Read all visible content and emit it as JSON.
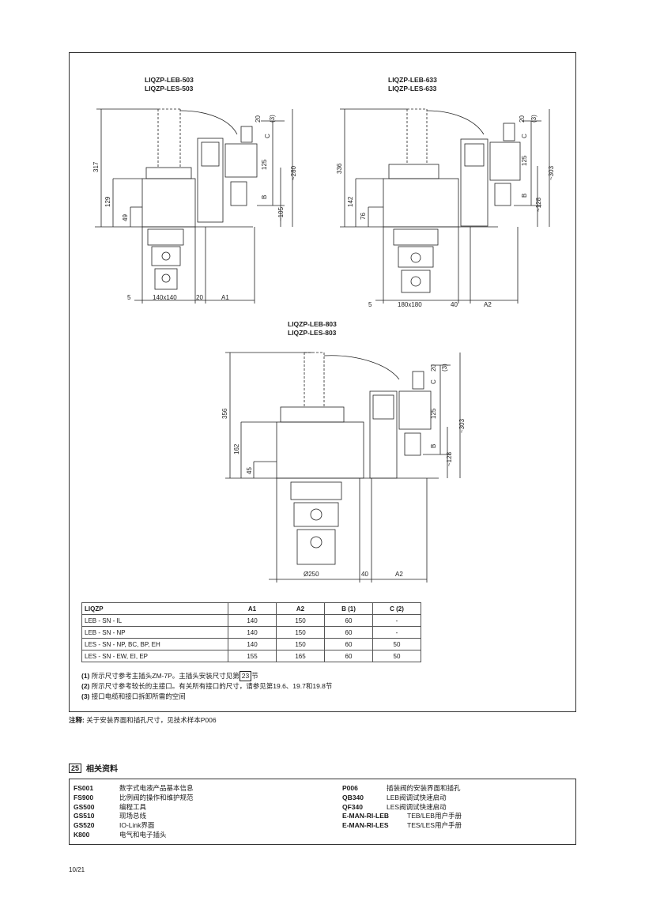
{
  "drawings": [
    {
      "title_1": "LIQZP-LEB-503",
      "title_2": "LIQZP-LES-503",
      "dims": {
        "total_h": "317",
        "body_h": "129",
        "port_h": "49",
        "left": "5",
        "size": "140x140",
        "gap": "20",
        "a": "A1",
        "c": "C",
        "c1": "20",
        "c_note": "(3)",
        "v125": "125",
        "b": "B",
        "total_r": "~280",
        "r105": "~105"
      }
    },
    {
      "title_1": "LIQZP-LEB-633",
      "title_2": "LIQZP-LES-633",
      "dims": {
        "total_h": "336",
        "body_h": "142",
        "port_h": "76",
        "left": "5",
        "size": "180x180",
        "gap": "40",
        "a": "A2",
        "c": "C",
        "c1": "20",
        "c_note": "(3)",
        "v125": "125",
        "b": "B",
        "total_r": "~303",
        "r105": "~128"
      }
    },
    {
      "title_1": "LIQZP-LEB-803",
      "title_2": "LIQZP-LES-803",
      "dims": {
        "total_h": "356",
        "body_h": "162",
        "port_h": "45",
        "left": "",
        "size": "Ø250",
        "gap": "40",
        "a": "A2",
        "c": "C",
        "c1": "20",
        "c_note": "(3)",
        "v125": "125",
        "b": "B",
        "total_r": "~303",
        "r105": "~128"
      }
    }
  ],
  "table": {
    "headers": [
      "LIQZP",
      "A1",
      "A2",
      "B (1)",
      "C (2)"
    ],
    "rows": [
      [
        "LEB - SN - IL",
        "140",
        "150",
        "60",
        "-"
      ],
      [
        "LEB - SN - NP",
        "140",
        "150",
        "60",
        "-"
      ],
      [
        "LES - SN - NP, BC, BP, EH",
        "140",
        "150",
        "60",
        "50"
      ],
      [
        "LES - SN - EW, EI, EP",
        "155",
        "165",
        "60",
        "50"
      ]
    ]
  },
  "notes": {
    "n1_mark": "(1)",
    "n1_text": "所示尺寸参考主插头ZM-7P。主插头安装尺寸见第",
    "n1_ref": "23",
    "n1_tail": "节",
    "n2_mark": "(2)",
    "n2_text": "所示尺寸参考较长的主接口。有关所有接口的尺寸，请参见第19.6、19.7和19.8节",
    "n3_mark": "(3)",
    "n3_text": "接口电缆和接口拆卸所需的空间"
  },
  "footnote": {
    "label": "注释:",
    "text": "关于安装界面和插孔尺寸，见技术样本P006"
  },
  "section": {
    "number": "25",
    "title": "相关资料"
  },
  "references_left": [
    {
      "code": "FS001",
      "text": "数字式电液产品基本信息"
    },
    {
      "code": "FS900",
      "text": "比例阀的操作和维护规范"
    },
    {
      "code": "GS500",
      "text": "编程工具"
    },
    {
      "code": "GS510",
      "text": "现场总线"
    },
    {
      "code": "GS520",
      "text": "IO-Link界面"
    },
    {
      "code": "K800",
      "text": "电气和电子插头"
    }
  ],
  "references_right": [
    {
      "code": "P006",
      "text": "插装阀的安装界面和插孔"
    },
    {
      "code": "QB340",
      "text": "LEB阀调试快速启动"
    },
    {
      "code": "QF340",
      "text": "LES阀调试快速启动"
    },
    {
      "code": "E-MAN-RI-LEB",
      "text": "TEB/LEB用户手册"
    },
    {
      "code": "E-MAN-RI-LES",
      "text": "TES/LES用户手册"
    }
  ],
  "page_number": "10/21"
}
